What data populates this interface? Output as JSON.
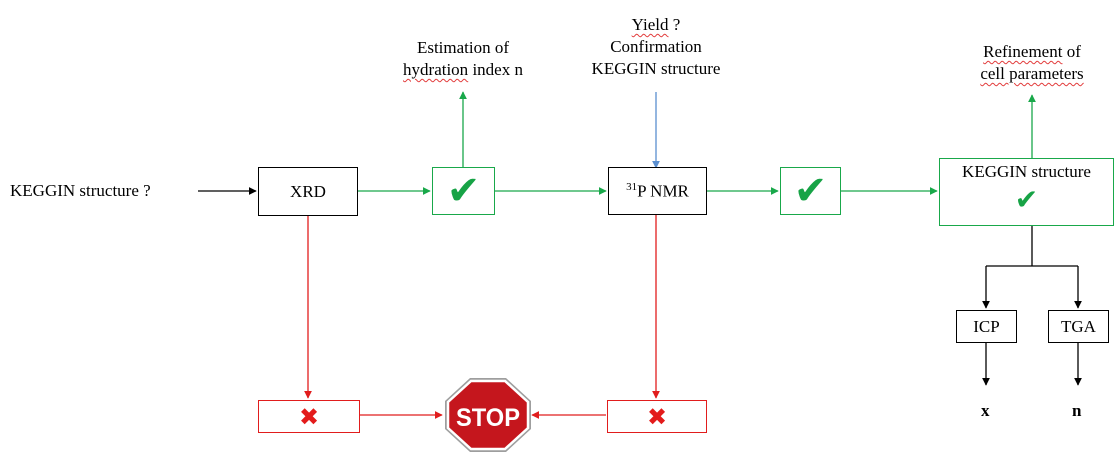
{
  "input_label": "KEGGIN structure ?",
  "xrd": {
    "label": "XRD"
  },
  "check1": {
    "mark": "✔",
    "icon": "checkmark-icon"
  },
  "hydration_note": {
    "line1": "Estimation of",
    "line2_word": "hydration",
    "line2_rest": " index n"
  },
  "nmr": {
    "sup": "31",
    "label": "P NMR"
  },
  "yield_note": {
    "line1_word": "Yield",
    "line1_rest": " ?",
    "line2": "Confirmation",
    "line3": "KEGGIN structure"
  },
  "check2": {
    "mark": "✔",
    "icon": "checkmark-icon"
  },
  "keggin_box": {
    "label": "KEGGIN structure",
    "mark": "✔"
  },
  "refinement_note": {
    "line1_word": "Refinement",
    "line1_rest": " of",
    "line2": "cell parameters"
  },
  "icp": {
    "label": "ICP",
    "result": "x"
  },
  "tga": {
    "label": "TGA",
    "result": "n"
  },
  "fail_xrd": {
    "mark": "✖",
    "icon": "cross-icon"
  },
  "fail_nmr": {
    "mark": "✖",
    "icon": "cross-icon"
  },
  "stop": {
    "label": "STOP",
    "icon": "stop-sign-icon"
  },
  "colors": {
    "success": "#19a84a",
    "failure": "#e11d1d",
    "neutral": "#000000",
    "query": "#5b8fd0",
    "stop_sign": "#c5161d"
  }
}
